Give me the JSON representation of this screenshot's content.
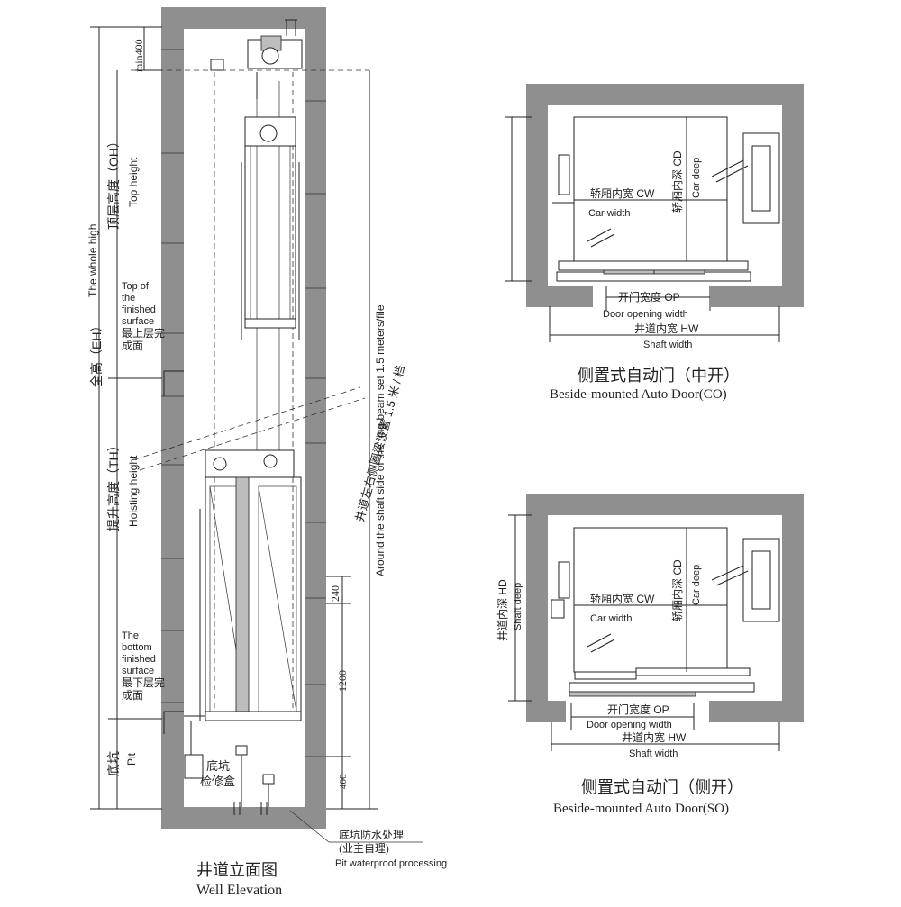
{
  "elevation": {
    "title_cn": "井道立面图",
    "title_en": "Well Elevation",
    "min400": "min400",
    "top_height_cn": "顶层高度（OH）",
    "top_height_en": "Top height",
    "whole_high_cn": "全高（EH）",
    "whole_high_en": "The whole high",
    "top_finished_en": "Top of the finished surface",
    "top_finished_cn": "最上层完成面",
    "hoisting_cn": "提升高度（TH）",
    "hoisting_en": "Hoisting height",
    "bottom_finished_en": "The bottom finished surface",
    "bottom_finished_cn": "最下层完成面",
    "pit_cn": "底坑",
    "pit_en": "Pit",
    "ring_beam_cn": "井道左右侧圈梁设置 1.5 米 / 档",
    "ring_beam_en": "Around the shaft side of the ring beam set 1.5 meters/file",
    "dim_240": "240",
    "dim_1200": "1200",
    "dim_400": "400",
    "pit_box_cn": "底坑检修盒",
    "waterproof_cn": "底坑防水处理",
    "waterproof_cn2": "(业主自理)",
    "waterproof_en": "Pit waterproof processing"
  },
  "plan_co": {
    "car_deep_cn": "轿厢内深 CD",
    "car_deep_en": "Car deep",
    "car_width_cn": "轿厢内宽 CW",
    "car_width_en": "Car width",
    "door_cn": "开门宽度 OP",
    "door_en": "Door opening width",
    "shaft_cn": "井道内宽 HW",
    "shaft_en": "Shaft width",
    "title_cn": "侧置式自动门（中开）",
    "title_en": "Beside-mounted Auto Door(CO)"
  },
  "plan_so": {
    "shaft_deep_cn": "井道内深 HD",
    "shaft_deep_en": "Shaft deep",
    "car_deep_cn": "轿厢内深 CD",
    "car_deep_en": "Car deep",
    "car_width_cn": "轿厢内宽 CW",
    "car_width_en": "Car width",
    "door_cn": "开门宽度 OP",
    "door_en": "Door opening width",
    "shaft_cn": "井道内宽 HW",
    "shaft_en": "Shaft width",
    "title_cn": "侧置式自动门（侧开）",
    "title_en": "Beside-mounted Auto Door(SO)"
  },
  "colors": {
    "wall": "#8f8f8f",
    "line": "#222222",
    "background": "#ffffff"
  }
}
